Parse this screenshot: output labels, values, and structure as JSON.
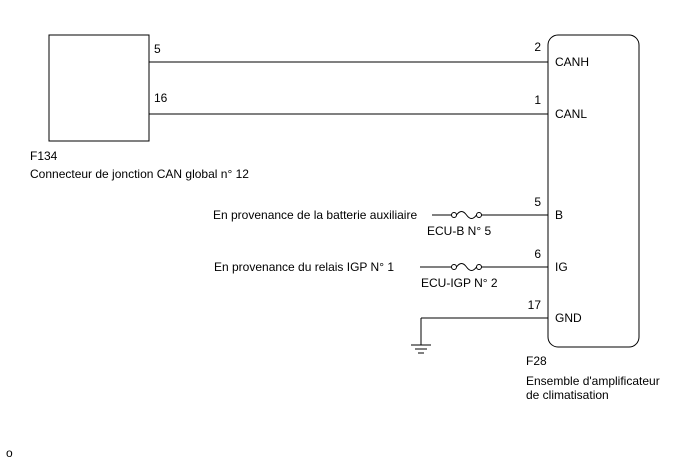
{
  "left_connector": {
    "code": "F134",
    "name": "Connecteur de jonction CAN global n° 12",
    "pin_canh": "5",
    "pin_canl": "16"
  },
  "right_component": {
    "code": "F28",
    "name_line1": "Ensemble d'amplificateur",
    "name_line2": "de climatisation",
    "pins": [
      {
        "num": "2",
        "label": "CANH"
      },
      {
        "num": "1",
        "label": "CANL"
      },
      {
        "num": "5",
        "label": "B"
      },
      {
        "num": "6",
        "label": "IG"
      },
      {
        "num": "17",
        "label": "GND"
      }
    ]
  },
  "sources": {
    "battery": "En provenance de la batterie auxiliaire",
    "relay": "En provenance du relais IGP N° 1"
  },
  "fuses": {
    "ecu_b": "ECU-B N° 5",
    "ecu_igp": "ECU-IGP N° 2"
  },
  "footer": "o"
}
